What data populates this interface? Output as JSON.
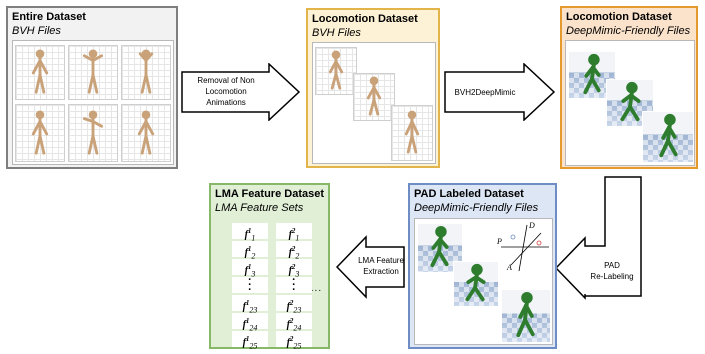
{
  "colors": {
    "entire_border": "#7f7f7f",
    "entire_fill": "#f2f2f2",
    "loco_border": "#e3b44a",
    "loco_fill": "#fdf2d5",
    "deep_border": "#e49a2c",
    "deep_fill": "#fbe3cb",
    "pad_border": "#6e8dc4",
    "pad_fill": "#dde6f4",
    "lma_border": "#87b868",
    "lma_fill": "#e2efd7"
  },
  "boxes": {
    "entire": {
      "title": "Entire Dataset",
      "subtitle": "BVH Files"
    },
    "locomotion": {
      "title": "Locomotion Dataset",
      "subtitle": "BVH Files"
    },
    "deepmimic": {
      "title": "Locomotion Dataset",
      "subtitle": "DeepMimic-Friendly Files"
    },
    "pad": {
      "title": "PAD Labeled Dataset",
      "subtitle": "DeepMimic-Friendly Files"
    },
    "lma": {
      "title": "LMA Feature Dataset",
      "subtitle": "LMA Feature Sets"
    }
  },
  "arrows": {
    "removal": [
      "Removal of Non",
      "Locomotion",
      "Animations"
    ],
    "bvh2deep": [
      "BVH2DeepMimic"
    ],
    "relabel": [
      "PAD",
      "Re-Labeling"
    ],
    "extraction": [
      "LMA Feature",
      "Extraction"
    ]
  },
  "pad_axes": {
    "p": "P",
    "a": "A",
    "d": "D"
  },
  "features": {
    "col1": [
      {
        "sup": "1",
        "sub": "1"
      },
      {
        "sup": "1",
        "sub": "2"
      },
      {
        "sup": "1",
        "sub": "3"
      },
      {
        "dots": true
      },
      {
        "sup": "1",
        "sub": "23"
      },
      {
        "sup": "1",
        "sub": "24"
      },
      {
        "sup": "1",
        "sub": "25"
      }
    ],
    "col2": [
      {
        "sup": "2",
        "sub": "1"
      },
      {
        "sup": "2",
        "sub": "2"
      },
      {
        "sup": "2",
        "sub": "3"
      },
      {
        "dots": true
      },
      {
        "sup": "2",
        "sub": "23"
      },
      {
        "sup": "2",
        "sub": "24"
      },
      {
        "sup": "2",
        "sub": "25"
      }
    ],
    "letter": "f",
    "ellipsis": "...."
  }
}
